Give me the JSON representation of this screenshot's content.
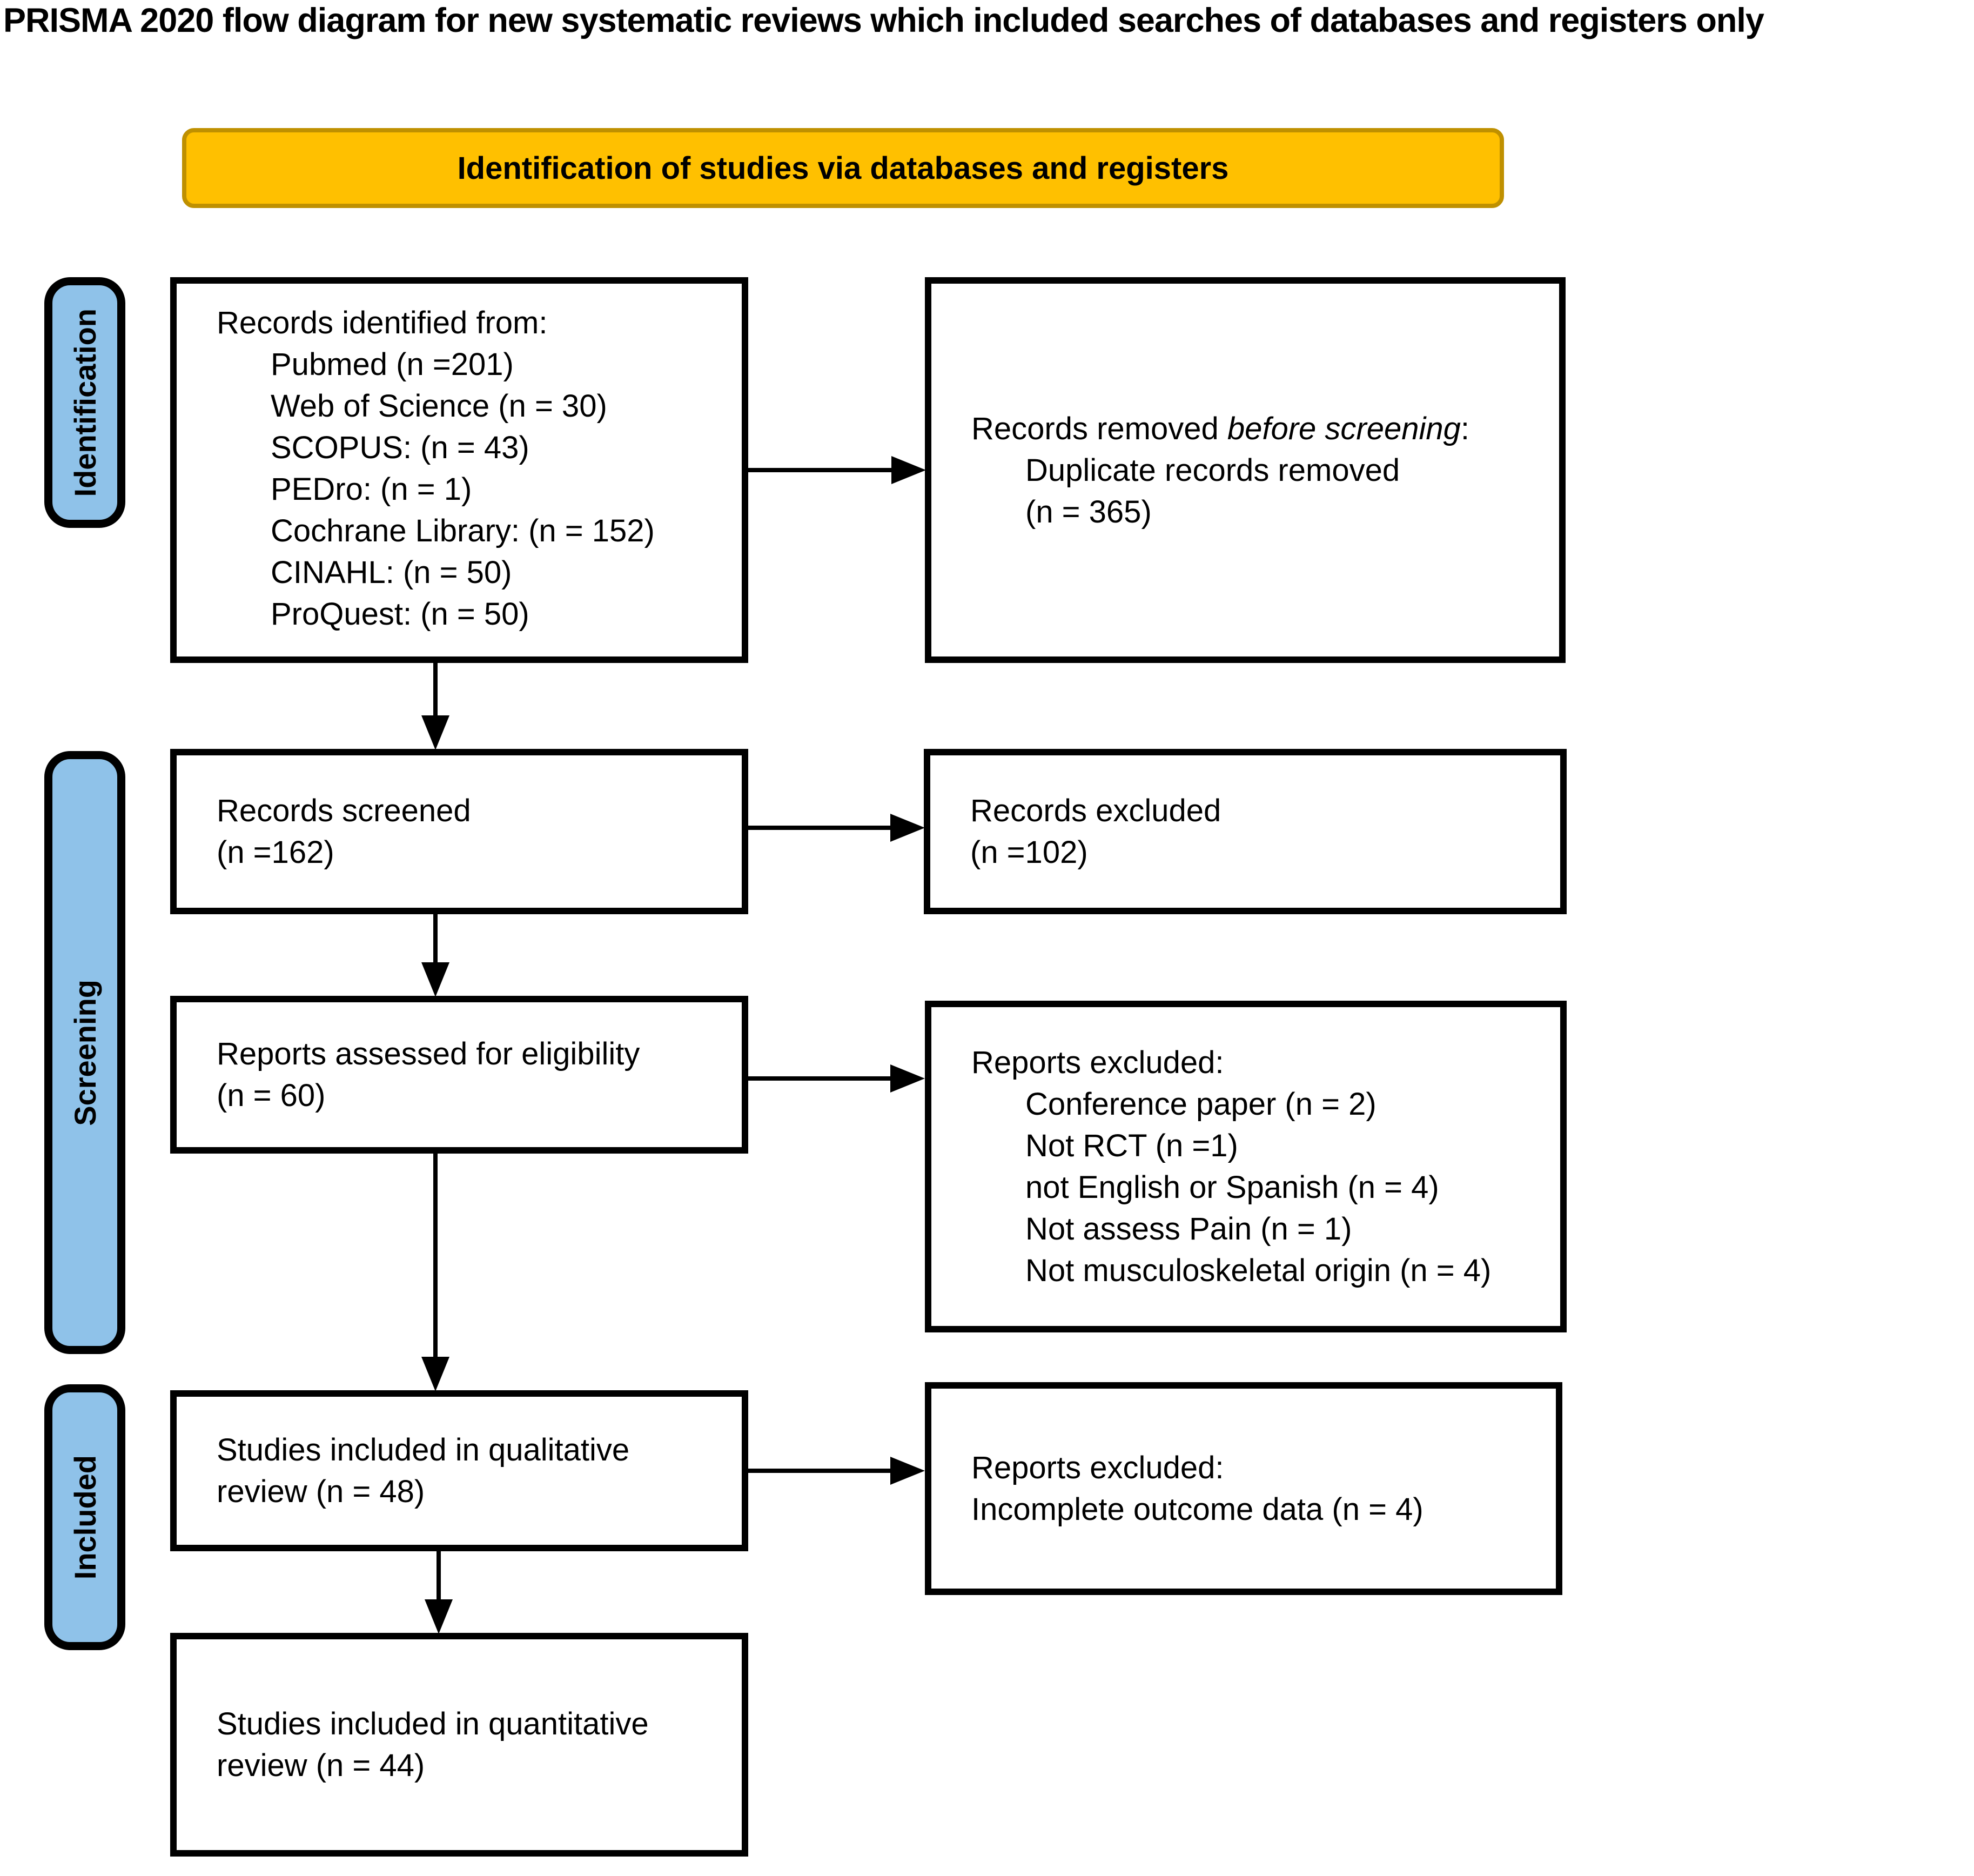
{
  "title": "PRISMA 2020 flow diagram for new systematic reviews which included searches of databases and registers only",
  "banner": {
    "label": "Identification of studies via databases and registers",
    "fill_color": "#FFC000",
    "border_color": "#BF9000"
  },
  "sidebar": {
    "fill_color": "#8FC2E9",
    "stages": [
      {
        "label": "Identification"
      },
      {
        "label": "Screening"
      },
      {
        "label": "Included"
      }
    ]
  },
  "boxes": {
    "records_identified": {
      "title": "Records identified from:",
      "items": [
        "Pubmed (n =201)",
        "Web of Science (n = 30)",
        "SCOPUS: (n = 43)",
        "PEDro: (n = 1)",
        "Cochrane Library: (n = 152)",
        "CINAHL: (n = 50)",
        "ProQuest: (n = 50)"
      ]
    },
    "records_removed": {
      "title_prefix": "Records removed ",
      "title_italic": "before screening",
      "title_suffix": ":",
      "items": [
        "Duplicate records removed",
        "(n = 365)"
      ]
    },
    "records_screened": {
      "line1": "Records screened",
      "line2": "(n =162)"
    },
    "records_excluded": {
      "line1": "Records excluded",
      "line2": "(n =102)"
    },
    "reports_assessed": {
      "line1": "Reports assessed for eligibility",
      "line2": "(n = 60)"
    },
    "reports_excluded": {
      "title": "Reports excluded:",
      "items": [
        "Conference paper (n = 2)",
        "Not RCT (n =1)",
        "not English or Spanish (n = 4)",
        "Not assess Pain (n = 1)",
        "Not musculoskeletal origin (n = 4)"
      ]
    },
    "qualitative_included": {
      "line1": "Studies included in qualitative",
      "line2": "review (n = 48)"
    },
    "reports_excluded_outcome": {
      "line1": "Reports excluded:",
      "line2": "Incomplete outcome data (n = 4)"
    },
    "quantitative_included": {
      "line1": "Studies included in quantitative",
      "line2": "review (n = 44)"
    }
  }
}
